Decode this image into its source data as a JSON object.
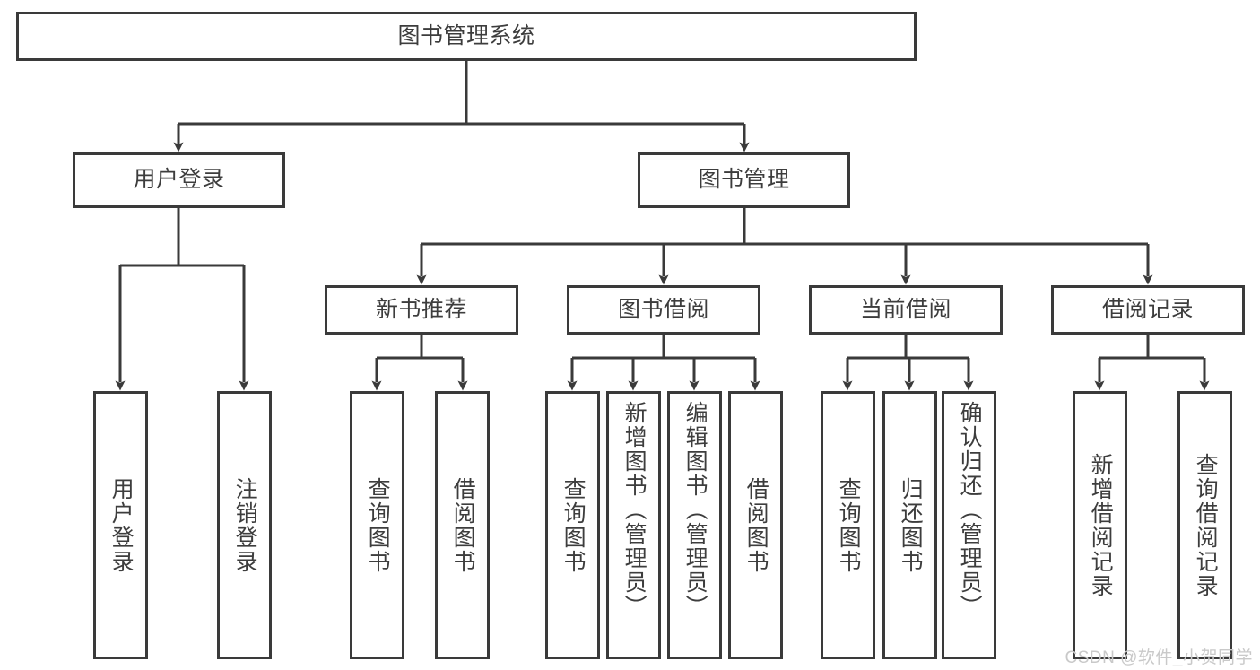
{
  "diagram": {
    "type": "tree-hierarchy",
    "title": "图书管理系统",
    "watermark": "CSDN @软件_小贺同学",
    "colors": {
      "box_border": "#3a3a3a",
      "box_fill": "#ffffff",
      "connector": "#3a3a3a",
      "text": "#3d3d3d",
      "background": "#ffffff",
      "watermark": "#c9c9c9"
    },
    "levels": {
      "root": {
        "label": "图书管理系统"
      },
      "level2": [
        {
          "label": "用户登录"
        },
        {
          "label": "图书管理"
        }
      ],
      "level3": [
        {
          "label": "新书推荐"
        },
        {
          "label": "图书借阅"
        },
        {
          "label": "当前借阅"
        },
        {
          "label": "借阅记录"
        }
      ],
      "leaves": {
        "用户登录": [
          {
            "label": "用户登录"
          },
          {
            "label": "注销登录"
          }
        ],
        "新书推荐": [
          {
            "label": "查询图书"
          },
          {
            "label": "借阅图书"
          }
        ],
        "图书借阅": [
          {
            "label": "查询图书"
          },
          {
            "label": "新增图书（管理员）"
          },
          {
            "label": "编辑图书（管理员）"
          },
          {
            "label": "借阅图书"
          }
        ],
        "当前借阅": [
          {
            "label": "查询图书"
          },
          {
            "label": "归还图书"
          },
          {
            "label": "确认归还（管理员）"
          }
        ],
        "借阅记录": [
          {
            "label": "新增借阅记录"
          },
          {
            "label": "查询借阅记录"
          }
        ]
      }
    }
  }
}
